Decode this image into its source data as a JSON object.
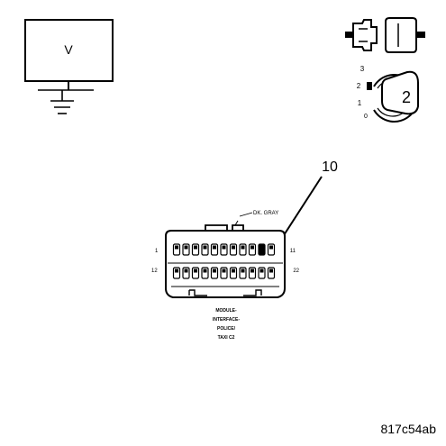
{
  "meter": {
    "symbol": "V"
  },
  "switch_positions": [
    "3",
    "2",
    "1",
    "0"
  ],
  "switch_setting": "2",
  "callout": {
    "label": "10"
  },
  "connector": {
    "wire_color_label": "DK. GRAY",
    "pin_left_top": "1",
    "pin_right_top": "11",
    "pin_left_bottom": "12",
    "pin_right_bottom": "22",
    "name_lines": [
      "MODULE-",
      "INTERFACE-",
      "POLICE/",
      "TAXI C2"
    ],
    "highlighted_pin": 10
  },
  "figure_id": "817c54ab"
}
